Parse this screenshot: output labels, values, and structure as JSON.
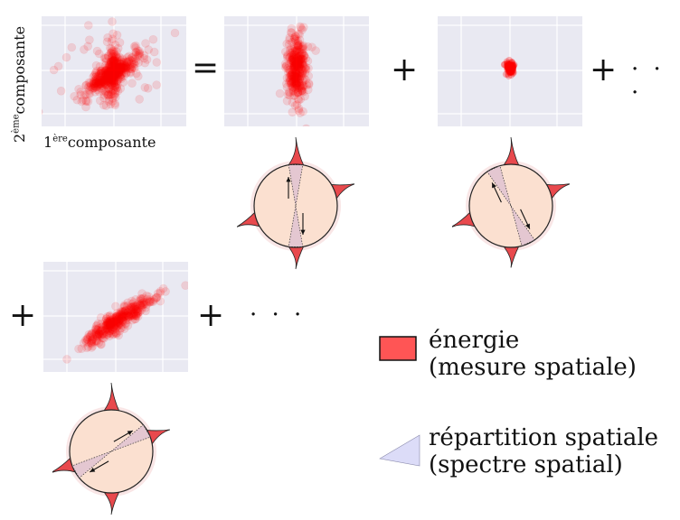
{
  "axes": {
    "x_label_prefix": "1",
    "x_label_sup": "ère",
    "x_label_word": "composante",
    "y_label_prefix": "2",
    "y_label_sup": "ème",
    "y_label_word": "composante"
  },
  "operators": {
    "equals": "=",
    "plus": "+",
    "ellipsis": "· · ·"
  },
  "legend": {
    "energy_line1": "énergie",
    "energy_line2": "(mesure spatiale)",
    "spread_line1": "répartition spatiale",
    "spread_line2": "(spectre spatial)"
  },
  "colors": {
    "point": "#ff0000",
    "panel_bg": "#e9e9f2",
    "grid": "#ffffff",
    "spike": "#e8494d",
    "disc": "#fbe0d0",
    "spread_wedge": "#dcdcf5"
  },
  "chart_data": [
    {
      "type": "scatter",
      "description_key": "total",
      "distribution": "union of vertical and diagonal clouds",
      "points": 600
    },
    {
      "type": "scatter",
      "description_key": "vertical component",
      "distribution": "elongated along 2nd component",
      "points": 300
    },
    {
      "type": "scatter",
      "description_key": "small isotropic component",
      "distribution": "tight blob",
      "points": 120
    },
    {
      "type": "scatter",
      "description_key": "diagonal component",
      "distribution": "elongated along diagonal",
      "points": 300
    }
  ],
  "glyphs": [
    {
      "name": "vertical",
      "spike_lengths": [
        1.0,
        0.9,
        0.85,
        0.8
      ],
      "wedge_angle_deg": 90,
      "arrow_angle_deg": 90
    },
    {
      "name": "tilted",
      "spike_lengths": [
        1.0,
        0.9,
        0.9,
        0.75
      ],
      "wedge_angle_deg": 115,
      "arrow_angle_deg": 115
    },
    {
      "name": "diagonal",
      "spike_lengths": [
        1.0,
        0.85,
        0.95,
        0.8
      ],
      "wedge_angle_deg": 30,
      "arrow_angle_deg": 30
    }
  ]
}
